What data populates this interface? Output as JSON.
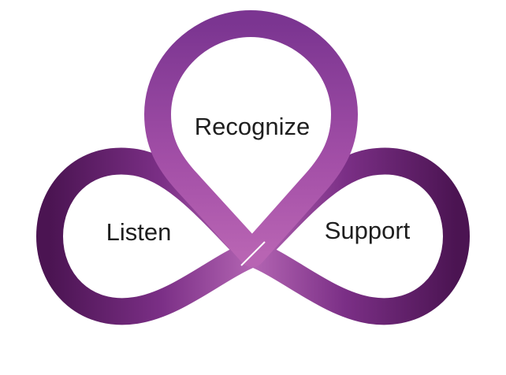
{
  "diagram": {
    "labels": {
      "top": "Recognize",
      "left": "Listen",
      "right": "Support"
    }
  },
  "colors": {
    "dark_purple": "#4b1452",
    "mid_purple": "#7b2f86",
    "light_purple": "#b264b2",
    "background": "#ffffff"
  }
}
